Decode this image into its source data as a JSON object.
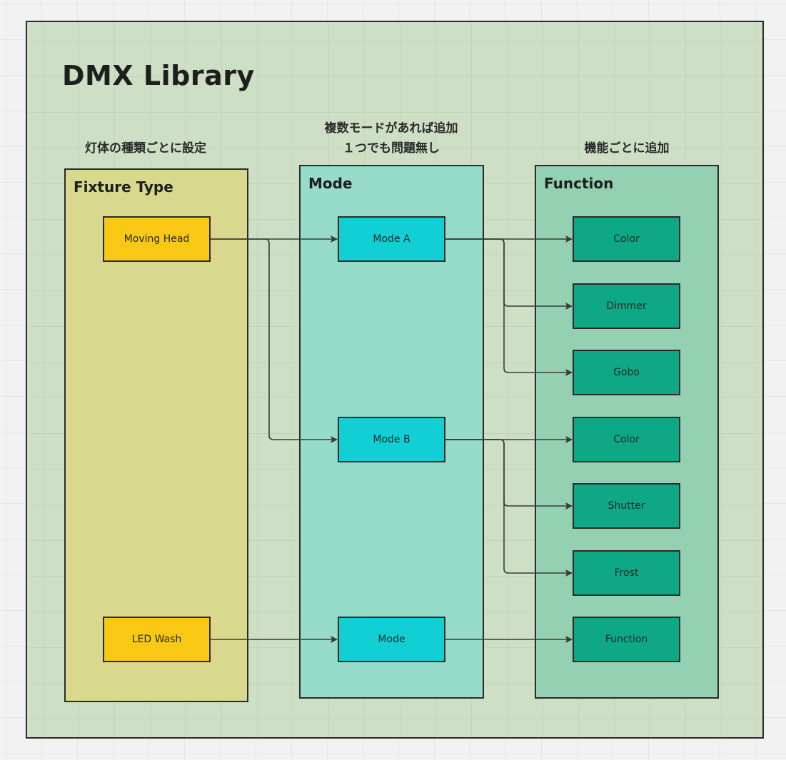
{
  "title": "DMX Library",
  "notes": {
    "fixture": "灯体の種類ごとに設定",
    "mode_line1": "複数モードがあれば追加",
    "mode_line2": "１つでも問題無し",
    "function": "機能ごとに追加"
  },
  "columns": {
    "fixture": {
      "label": "Fixture Type",
      "color": "#d9d98e"
    },
    "mode": {
      "label": "Mode",
      "color": "#96dcc9"
    },
    "function": {
      "label": "Function",
      "color": "#94d1b3"
    }
  },
  "nodes": {
    "fixtures": [
      {
        "id": "moving-head",
        "label": "Moving Head"
      },
      {
        "id": "led-wash",
        "label": "LED Wash"
      }
    ],
    "modes": [
      {
        "id": "mode-a",
        "label": "Mode A"
      },
      {
        "id": "mode-b",
        "label": "Mode B"
      },
      {
        "id": "mode",
        "label": "Mode"
      }
    ],
    "functions": [
      {
        "id": "color-a",
        "label": "Color"
      },
      {
        "id": "dimmer",
        "label": "Dimmer"
      },
      {
        "id": "gobo",
        "label": "Gobo"
      },
      {
        "id": "color-b",
        "label": "Color"
      },
      {
        "id": "shutter",
        "label": "Shutter"
      },
      {
        "id": "frost",
        "label": "Frost"
      },
      {
        "id": "function",
        "label": "Function"
      }
    ]
  },
  "edges": [
    {
      "from": "moving-head",
      "to": "mode-a"
    },
    {
      "from": "moving-head",
      "to": "mode-b"
    },
    {
      "from": "led-wash",
      "to": "mode"
    },
    {
      "from": "mode-a",
      "to": "color-a"
    },
    {
      "from": "mode-a",
      "to": "dimmer"
    },
    {
      "from": "mode-a",
      "to": "gobo"
    },
    {
      "from": "mode-b",
      "to": "color-b"
    },
    {
      "from": "mode-b",
      "to": "shutter"
    },
    {
      "from": "mode-b",
      "to": "frost"
    },
    {
      "from": "mode",
      "to": "function"
    }
  ],
  "colors": {
    "fixture_node": "#f8c814",
    "mode_node": "#12cfd5",
    "function_node": "#0ea886",
    "frame": "#cde0c6",
    "line": "#3a3a3a"
  }
}
